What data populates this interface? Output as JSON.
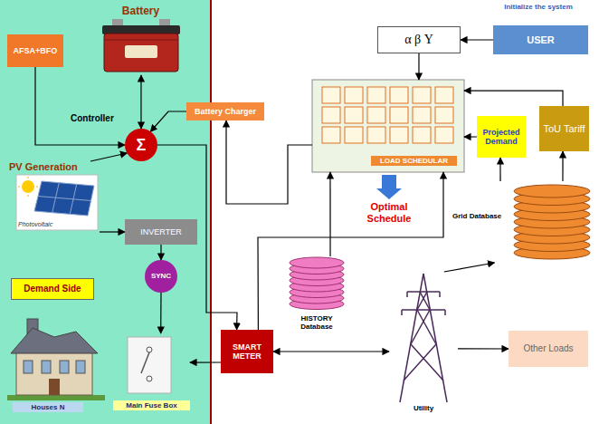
{
  "diagram": {
    "nodes": [
      {
        "text": [
          "Battery"
        ]
      },
      {
        "text": [
          "AFSA+BFO"
        ]
      },
      {
        "text": [
          "Σ"
        ]
      },
      {
        "text": [
          "Battery Charger"
        ]
      },
      {
        "text": [
          "PV Generation",
          "Photovoltaic"
        ]
      },
      {
        "text": [
          "INVERTER"
        ]
      },
      {
        "text": [
          "SYNC"
        ]
      },
      {
        "text": [
          "Demand Side"
        ]
      },
      {
        "text": [
          "Houses N"
        ]
      },
      {
        "text": [
          "Main Fuse Box"
        ]
      },
      {
        "text": [
          "SMART METER"
        ]
      },
      {
        "text": [
          "α β Y"
        ]
      },
      {
        "text": [
          "USER"
        ]
      },
      {
        "text": [
          "LOAD SCHEDULAR"
        ]
      },
      {
        "text": [
          "Projected Demand"
        ]
      },
      {
        "text": [
          "ToU Tariff"
        ]
      },
      {
        "text": [
          "Grid Database"
        ]
      },
      {
        "text": [
          "HISTORY Database"
        ]
      },
      {
        "text": [
          "Utility"
        ]
      },
      {
        "text": [
          "Other Loads"
        ]
      }
    ],
    "edges": [
      {
        "from": 12,
        "to": 11,
        "arrow": "to"
      },
      {
        "from": 11,
        "to": 13,
        "arrow": "to"
      },
      {
        "from": 0,
        "to": 2,
        "arrow": "both"
      },
      {
        "from": 1,
        "to": 2,
        "arrow": "to"
      },
      {
        "from": 3,
        "to": 2,
        "arrow": "to"
      },
      {
        "from": 4,
        "to": 2,
        "arrow": "to"
      },
      {
        "from": 4,
        "to": 5,
        "arrow": "to"
      },
      {
        "from": 5,
        "to": 6,
        "arrow": "to"
      },
      {
        "from": 6,
        "to": 9,
        "arrow": "to"
      },
      {
        "from": 10,
        "to": 9,
        "arrow": "to"
      },
      {
        "from": 2,
        "to": 10,
        "arrow": "to"
      },
      {
        "from": 13,
        "to": 3,
        "arrow": "to"
      },
      {
        "from": 10,
        "to": 13,
        "arrow": "to"
      },
      {
        "from": 17,
        "to": 13,
        "arrow": "to"
      },
      {
        "from": 14,
        "to": 13,
        "arrow": "to"
      },
      {
        "from": 15,
        "to": 13,
        "arrow": "to"
      },
      {
        "from": 16,
        "to": 14,
        "arrow": "to"
      },
      {
        "from": 16,
        "to": 15,
        "arrow": "to"
      },
      {
        "from": 18,
        "to": 16,
        "arrow": "to"
      },
      {
        "from": 10,
        "to": 18,
        "arrow": "both"
      },
      {
        "from": 18,
        "to": 19,
        "arrow": "to"
      }
    ],
    "labels": [
      "Initialize the system",
      "Controller",
      "Optimal Schedule"
    ]
  }
}
